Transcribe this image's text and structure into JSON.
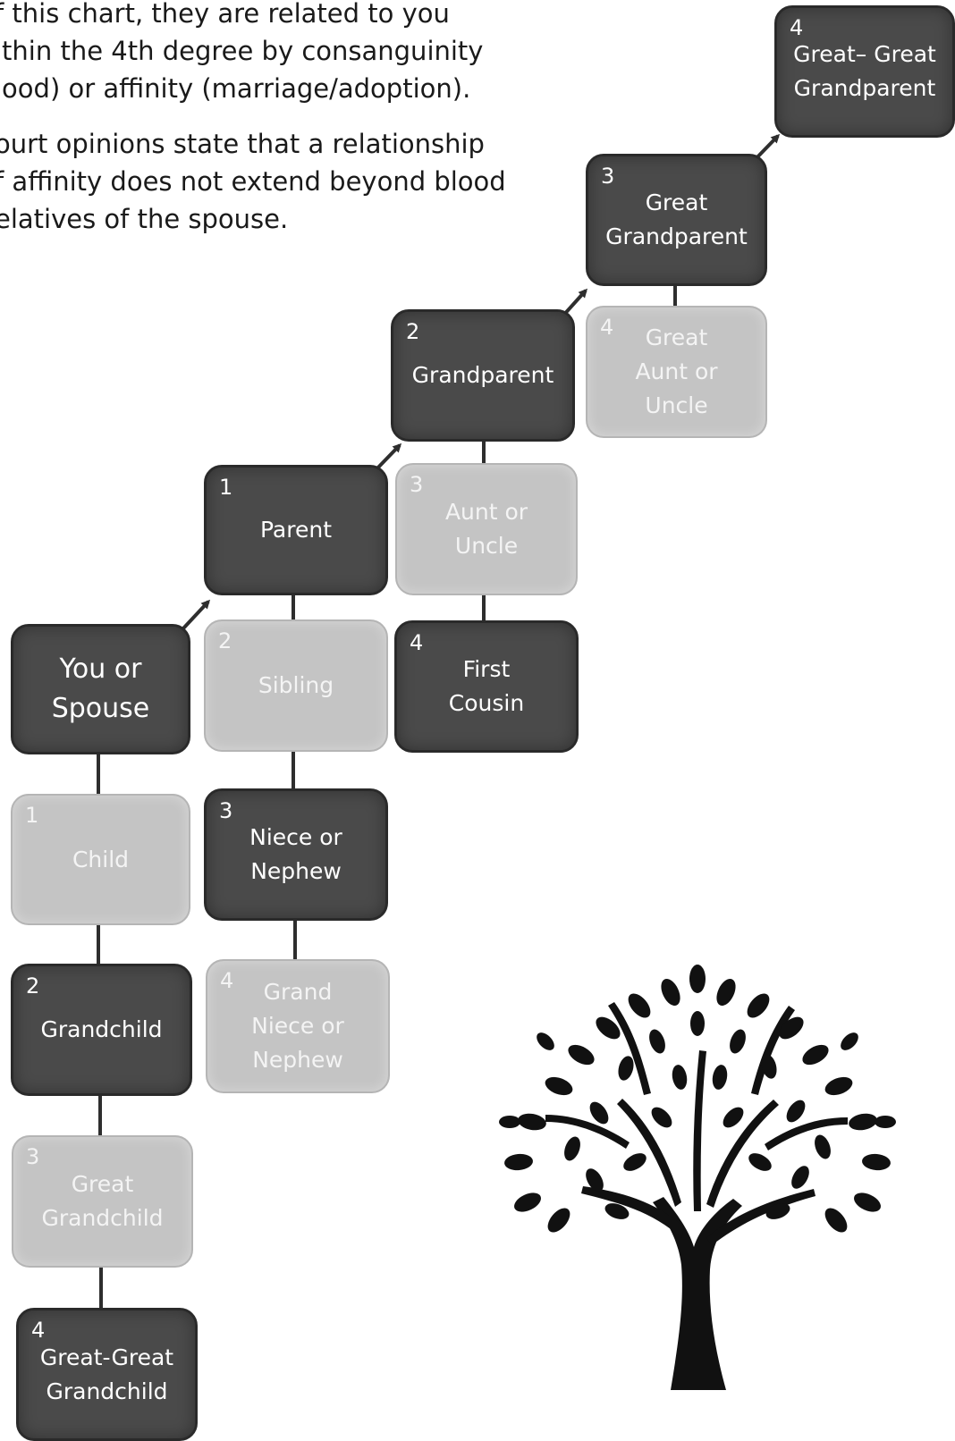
{
  "intro": {
    "line1a": "f this chart, they are related to you",
    "line1b": "ithin the 4th degree by consanguinity",
    "line1c": "lood) or affinity (marriage/adoption).",
    "line2a": "ourt opinions state that a relationship",
    "line2b": "f affinity does not extend beyond blood",
    "line2c": "elatives of the spouse."
  },
  "boxes": {
    "you": {
      "label": "You or\nSpouse"
    },
    "child": {
      "degree": "1",
      "label": "Child"
    },
    "grandchild": {
      "degree": "2",
      "label": "Grandchild"
    },
    "great_grandchild": {
      "degree": "3",
      "label": "Great\nGrandchild"
    },
    "great_great_grandchild": {
      "degree": "4",
      "label": "Great-Great\nGrandchild"
    },
    "parent": {
      "degree": "1",
      "label": "Parent"
    },
    "sibling": {
      "degree": "2",
      "label": "Sibling"
    },
    "niece": {
      "degree": "3",
      "label": "Niece or\nNephew"
    },
    "grand_niece": {
      "degree": "4",
      "label": "Grand\nNiece or\nNephew"
    },
    "grandparent": {
      "degree": "2",
      "label": "Grandparent"
    },
    "aunt": {
      "degree": "3",
      "label": "Aunt or\nUncle"
    },
    "first_cousin": {
      "degree": "4",
      "label": "First\nCousin"
    },
    "great_grandparent": {
      "degree": "3",
      "label": "Great\nGrandparent"
    },
    "great_aunt": {
      "degree": "4",
      "label": "Great\nAunt or\nUncle"
    },
    "great_great_grandparent": {
      "degree": "4",
      "label": "Great– Great\nGrandparent"
    }
  },
  "colors": {
    "dark_box": "#4a4a4a",
    "light_box": "#c4c4c4",
    "connector": "#2e2e2e"
  },
  "tree_image": {
    "icon": "tree-silhouette-icon"
  }
}
